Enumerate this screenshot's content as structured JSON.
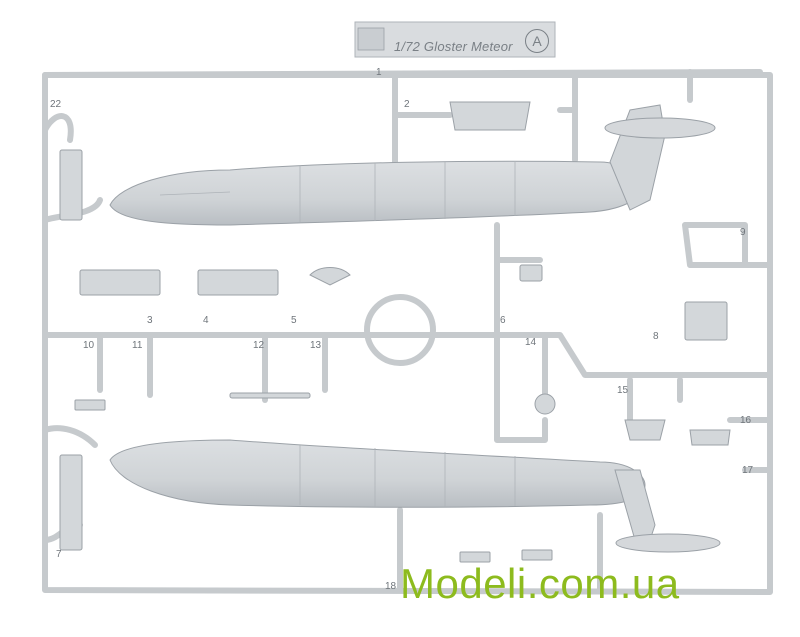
{
  "sprue": {
    "title": "1/72 Gloster Meteor",
    "letter": "A"
  },
  "watermark": "Modeli.com.ua",
  "part_numbers": [
    "1",
    "2",
    "3",
    "4",
    "5",
    "6",
    "7",
    "8",
    "9",
    "10",
    "11",
    "12",
    "13",
    "14",
    "15",
    "16",
    "17",
    "18",
    "22"
  ],
  "colors": {
    "plastic": "#c9cdd1",
    "outline": "#9ba1a7",
    "watermark": "#8dbb1e"
  }
}
